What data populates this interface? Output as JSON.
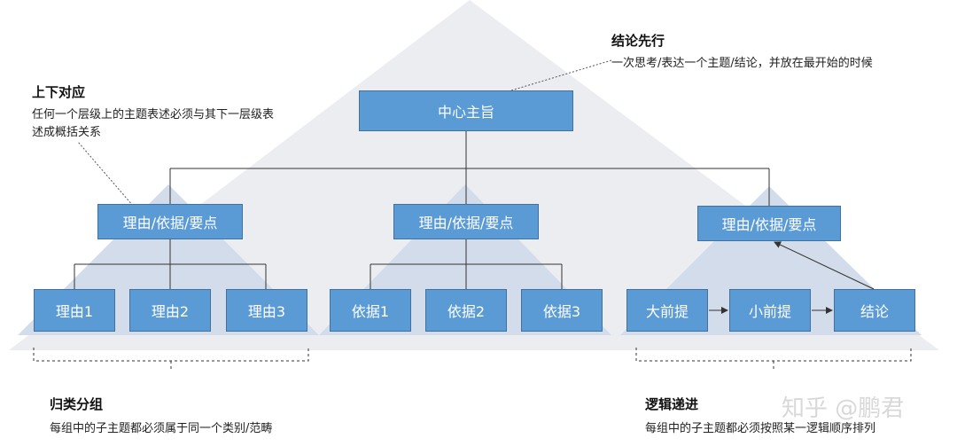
{
  "diagram": {
    "root": "中心主旨",
    "groups": [
      {
        "label": "理由/依据/要点",
        "children": [
          "理由1",
          "理由2",
          "理由3"
        ]
      },
      {
        "label": "理由/依据/要点",
        "children": [
          "依据1",
          "依据2",
          "依据3"
        ]
      },
      {
        "label": "理由/依据/要点",
        "children": [
          "大前提",
          "小前提",
          "结论"
        ]
      }
    ]
  },
  "annotations": {
    "conclusion_first": {
      "title": "结论先行",
      "desc": "一次思考/表达一个主题/结论，并放在最开始的时候"
    },
    "top_down": {
      "title": "上下对应",
      "desc_line1": "任何一个层级上的主题表述必须与其下一层级表",
      "desc_line2": "述成概括关系"
    },
    "grouping": {
      "title": "归类分组",
      "desc": "每组中的子主题都必须属于同一个类别/范畴"
    },
    "logic": {
      "title": "逻辑递进",
      "desc": "每组中的子主题都必须按照某一逻辑顺序排列"
    }
  },
  "watermark": "知乎 @鹏君",
  "colors": {
    "node_fill": "#5b9bd5",
    "node_border": "#41719c",
    "triangle_big": "#e9ebef",
    "triangle_small": "#d3dcea"
  }
}
